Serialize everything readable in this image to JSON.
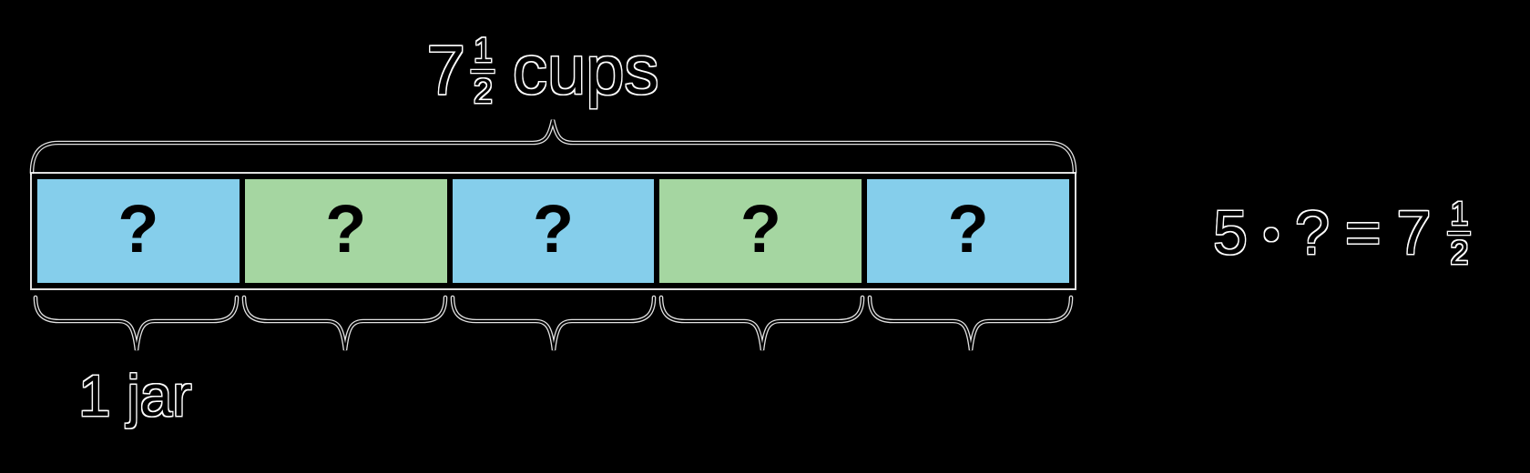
{
  "figure": {
    "background_color": "#000000",
    "total_label": {
      "whole": "7",
      "numerator": "1",
      "denominator": "2",
      "unit": "cups",
      "reading": "7 1/2 cups"
    },
    "jar_label": "1 jar",
    "segments": [
      {
        "value": "?",
        "color": "#85CEEB"
      },
      {
        "value": "?",
        "color": "#A5D6A1"
      },
      {
        "value": "?",
        "color": "#85CEEB"
      },
      {
        "value": "?",
        "color": "#A5D6A1"
      },
      {
        "value": "?",
        "color": "#85CEEB"
      }
    ],
    "equation": {
      "factor": "5",
      "operator": "•",
      "unknown": "?",
      "equals": "=",
      "result_whole": "7",
      "result_numerator": "1",
      "result_denominator": "2",
      "reading": "5 • ? = 7 1/2"
    }
  }
}
